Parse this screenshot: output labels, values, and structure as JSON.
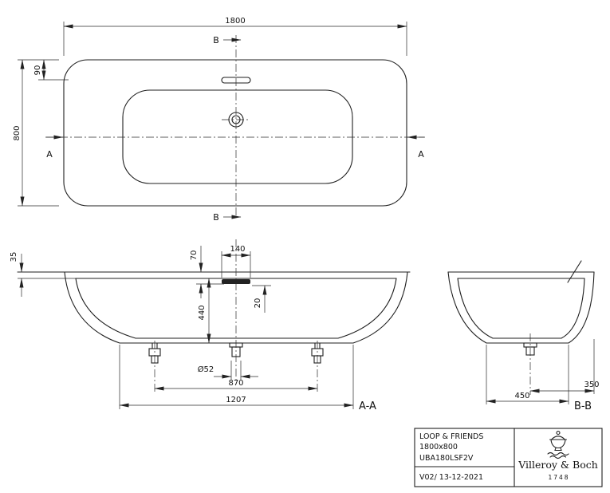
{
  "drawing": {
    "top_view": {
      "dim_length": "1800",
      "dim_width": "800",
      "dim_overflow_offset": "90",
      "section_a_label": "A",
      "section_b_label": "B"
    },
    "section_aa": {
      "label": "A-A",
      "dim_rim_height": "35",
      "dim_overflow_drop": "70",
      "dim_overflow_width": "140",
      "dim_overflow_slot": "20",
      "dim_depth": "440",
      "dim_drain_diameter": "Ø52",
      "dim_feet_spacing": "870",
      "dim_base_length": "1207"
    },
    "section_bb": {
      "label": "B-B",
      "dim_drain_offset": "350",
      "dim_base_width": "450"
    },
    "title_block": {
      "series": "LOOP & FRIENDS",
      "size": "1800x800",
      "article_number": "UBA180LSF2V",
      "version_date": "V02/ 13-12-2021",
      "brand": "Villeroy & Boch",
      "established": "1748"
    }
  }
}
